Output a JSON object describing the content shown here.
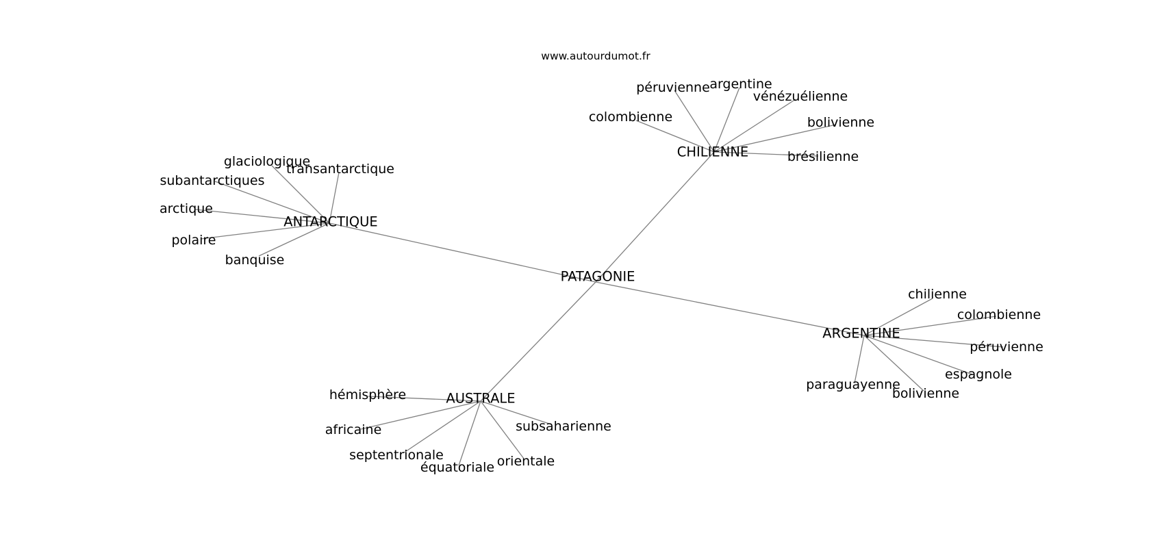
{
  "credit": "www.autourdumot.fr",
  "colors": {
    "edge": "#808080",
    "text": "#000000",
    "background": "#ffffff"
  },
  "graph": {
    "center": "PATAGONIE",
    "clusters": [
      {
        "hub": "CHILIENNE",
        "leaves": [
          "péruvienne",
          "argentine",
          "vénézuélienne",
          "colombienne",
          "bolivienne",
          "brésilienne"
        ]
      },
      {
        "hub": "ANTARCTIQUE",
        "leaves": [
          "glaciologique",
          "transantarctique",
          "subantarctiques",
          "arctique",
          "polaire",
          "banquise"
        ]
      },
      {
        "hub": "ARGENTINE",
        "leaves": [
          "chilienne",
          "colombienne",
          "péruvienne",
          "espagnole",
          "paraguayenne",
          "bolivienne"
        ]
      },
      {
        "hub": "AUSTRALE",
        "leaves": [
          "hémisphère",
          "africaine",
          "subsaharienne",
          "septentrionale",
          "équatoriale",
          "orientale"
        ]
      }
    ]
  }
}
